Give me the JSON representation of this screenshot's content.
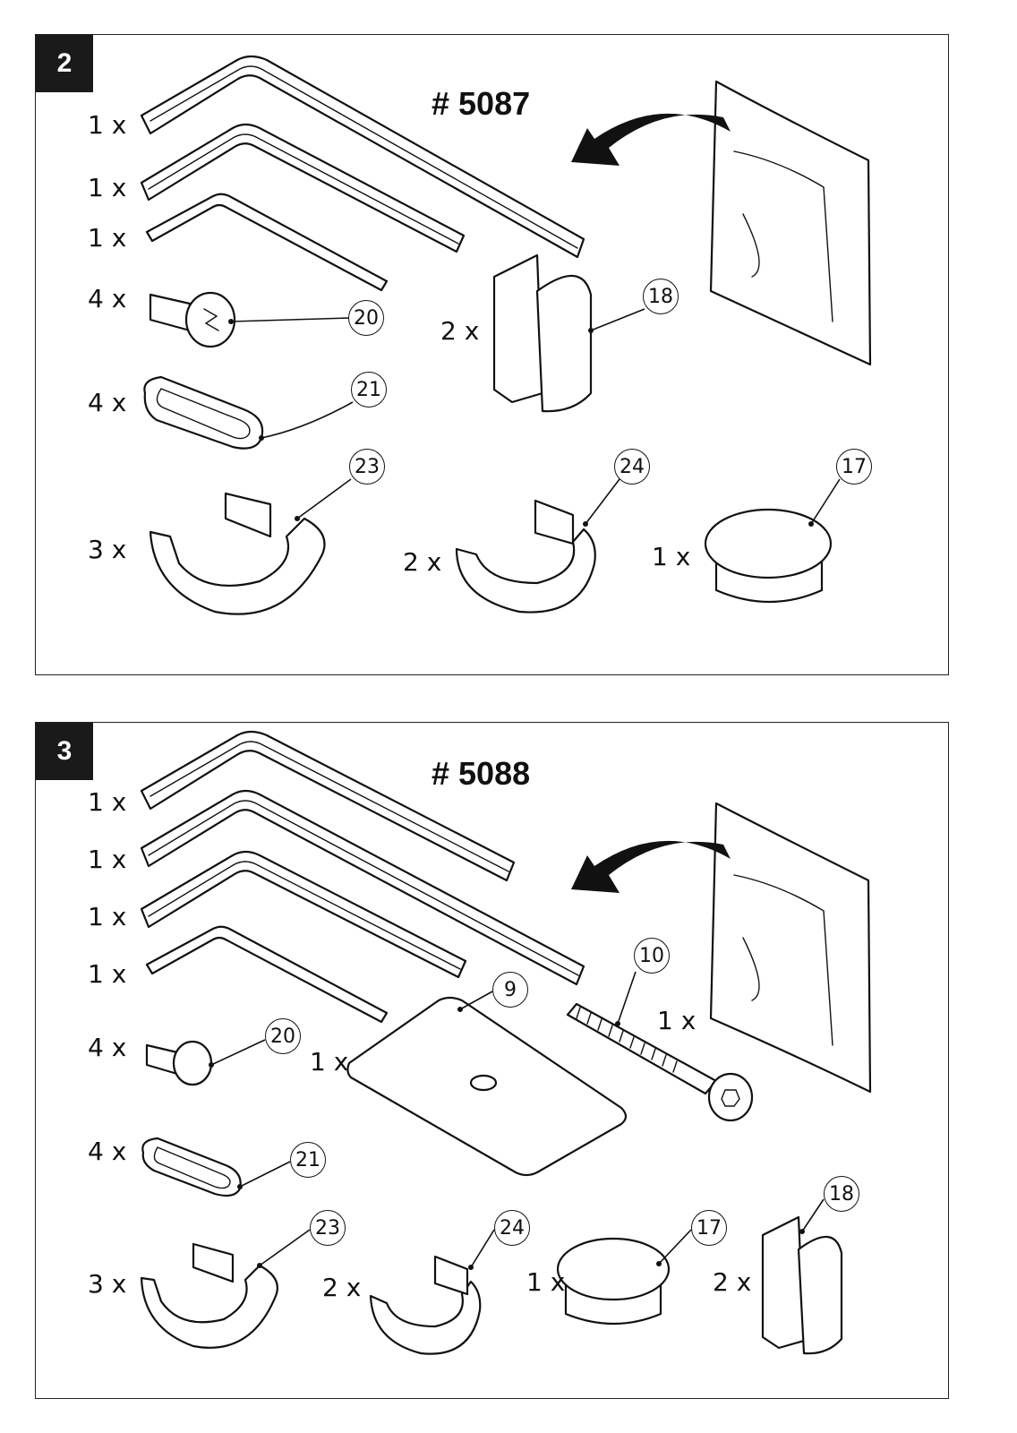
{
  "panels": [
    {
      "step": "2",
      "title": "# 5087",
      "quantities": {
        "key_large": "1 x",
        "key_medium": "1 x",
        "key_small": "1 x",
        "screw": "4 x",
        "grommet": "4 x",
        "end_cap": "2 x",
        "clip_large": "3 x",
        "clip_small": "2 x",
        "round_cap": "1 x"
      },
      "callouts": {
        "screw": "20",
        "grommet": "21",
        "end_cap": "18",
        "clip_large": "23",
        "clip_small": "24",
        "round_cap": "17"
      }
    },
    {
      "step": "3",
      "title": "# 5088",
      "quantities": {
        "key_xl": "1 x",
        "key_large": "1 x",
        "key_medium": "1 x",
        "key_small": "1 x",
        "screw": "4 x",
        "plate": "1 x",
        "bolt": "1 x",
        "grommet": "4 x",
        "clip_large": "3 x",
        "clip_small": "2 x",
        "round_cap": "1 x",
        "end_cap": "2 x"
      },
      "callouts": {
        "plate": "9",
        "bolt": "10",
        "screw": "20",
        "grommet": "21",
        "clip_large": "23",
        "clip_small": "24",
        "round_cap": "17",
        "end_cap": "18"
      }
    }
  ]
}
